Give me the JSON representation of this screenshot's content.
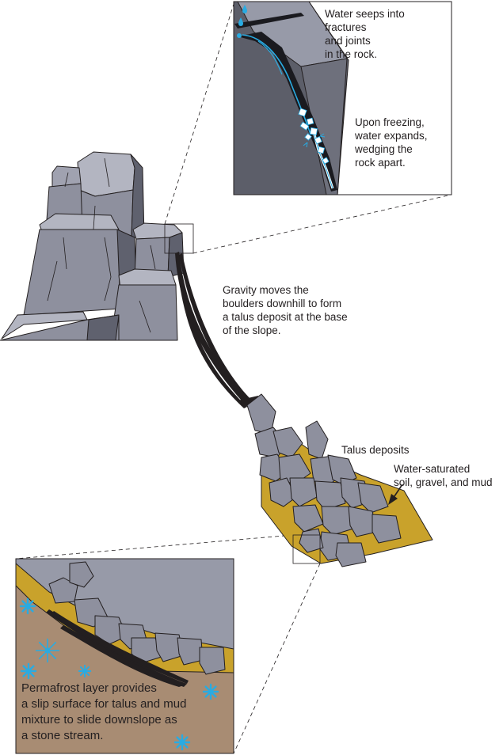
{
  "labels": {
    "seep": "Water seeps into\n     fractures\n       and joints\n         in the rock.",
    "freeze": "Upon freezing,\nwater expands,\nwedging the\nrock apart.",
    "gravity": "Gravity moves the\nboulders downhill to form\na talus deposit at the base\nof the slope.",
    "talus": "Talus deposits",
    "saturated": "Water-saturated\nsoil, gravel, and mud",
    "permafrost": "Permafrost layer provides\na slip surface for talus and mud\nmixture to slide downslope as\na stone stream."
  },
  "colors": {
    "rock_face": "#8e909e",
    "rock_light": "#a0a2b0",
    "rock_dark": "#5f616e",
    "rock_top": "#b3b5c1",
    "outline": "#231f20",
    "inset_dark": "#5c5e69",
    "water": "#29abe2",
    "mud": "#c9a22b",
    "soil": "#a88c73",
    "sky_inset": "#979aa8"
  },
  "icons": [
    "snowflake-icon",
    "ice-crystal-icon",
    "water-drop-icon",
    "arrow-icon"
  ]
}
